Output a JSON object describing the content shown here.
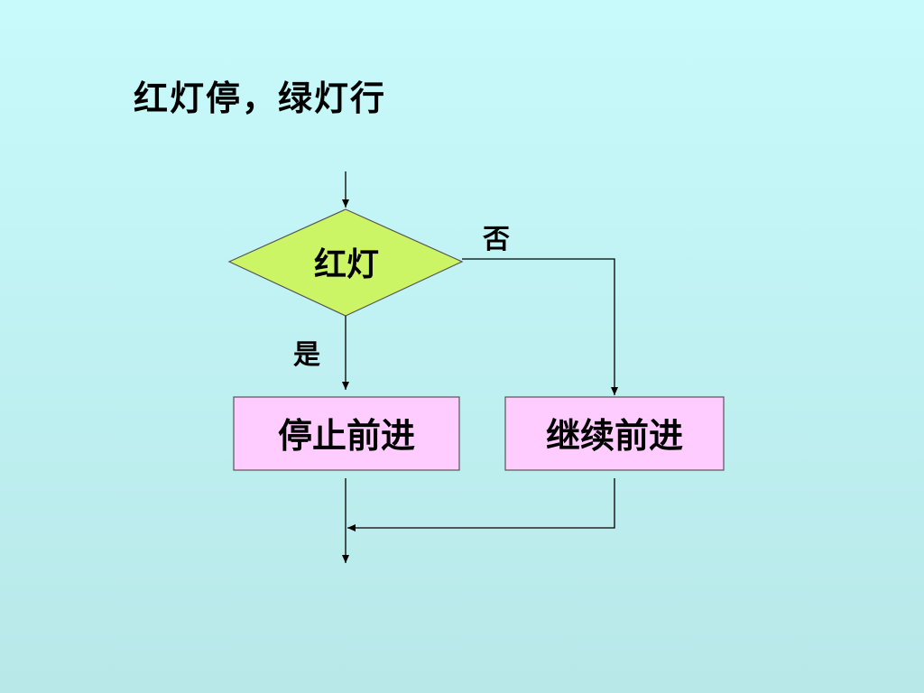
{
  "slide": {
    "title": "红灯停，绿灯行"
  },
  "flowchart": {
    "decision": {
      "label": "红灯",
      "fill": "#ccf566"
    },
    "yes_label": "是",
    "no_label": "否",
    "stop_box": {
      "label": "停止前进",
      "fill": "#ffccff"
    },
    "go_box": {
      "label": "继续前进",
      "fill": "#ffccff"
    }
  },
  "colors": {
    "background_top": "#c8fafc",
    "background_bottom": "#b8e8e8",
    "line": "#000000"
  }
}
